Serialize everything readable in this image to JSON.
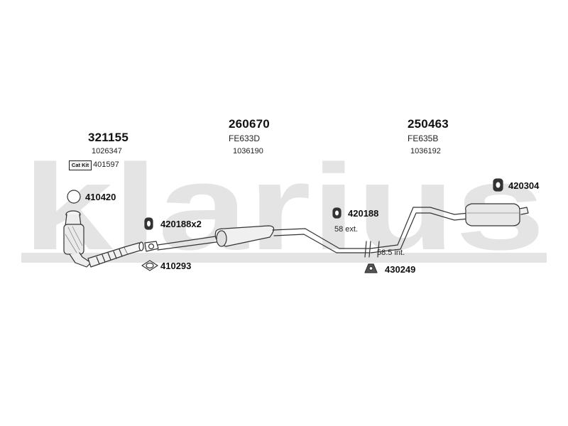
{
  "watermark": "klarius",
  "groups": [
    {
      "part_no": "321155",
      "ref": "1026347"
    },
    {
      "part_no": "260670",
      "code": "FE633D",
      "ref": "1036190"
    },
    {
      "part_no": "250463",
      "code": "FE635B",
      "ref": "1036192"
    }
  ],
  "cat_kit": {
    "badge": "Cat Kit",
    "number": "401597"
  },
  "fittings": {
    "f1": "410420",
    "f2": "420188x2",
    "f3": "410293",
    "f4": "420188",
    "f5": "430249",
    "f6": "420304"
  },
  "notes": {
    "ext": "58 ext.",
    "int": "58.5 int."
  }
}
